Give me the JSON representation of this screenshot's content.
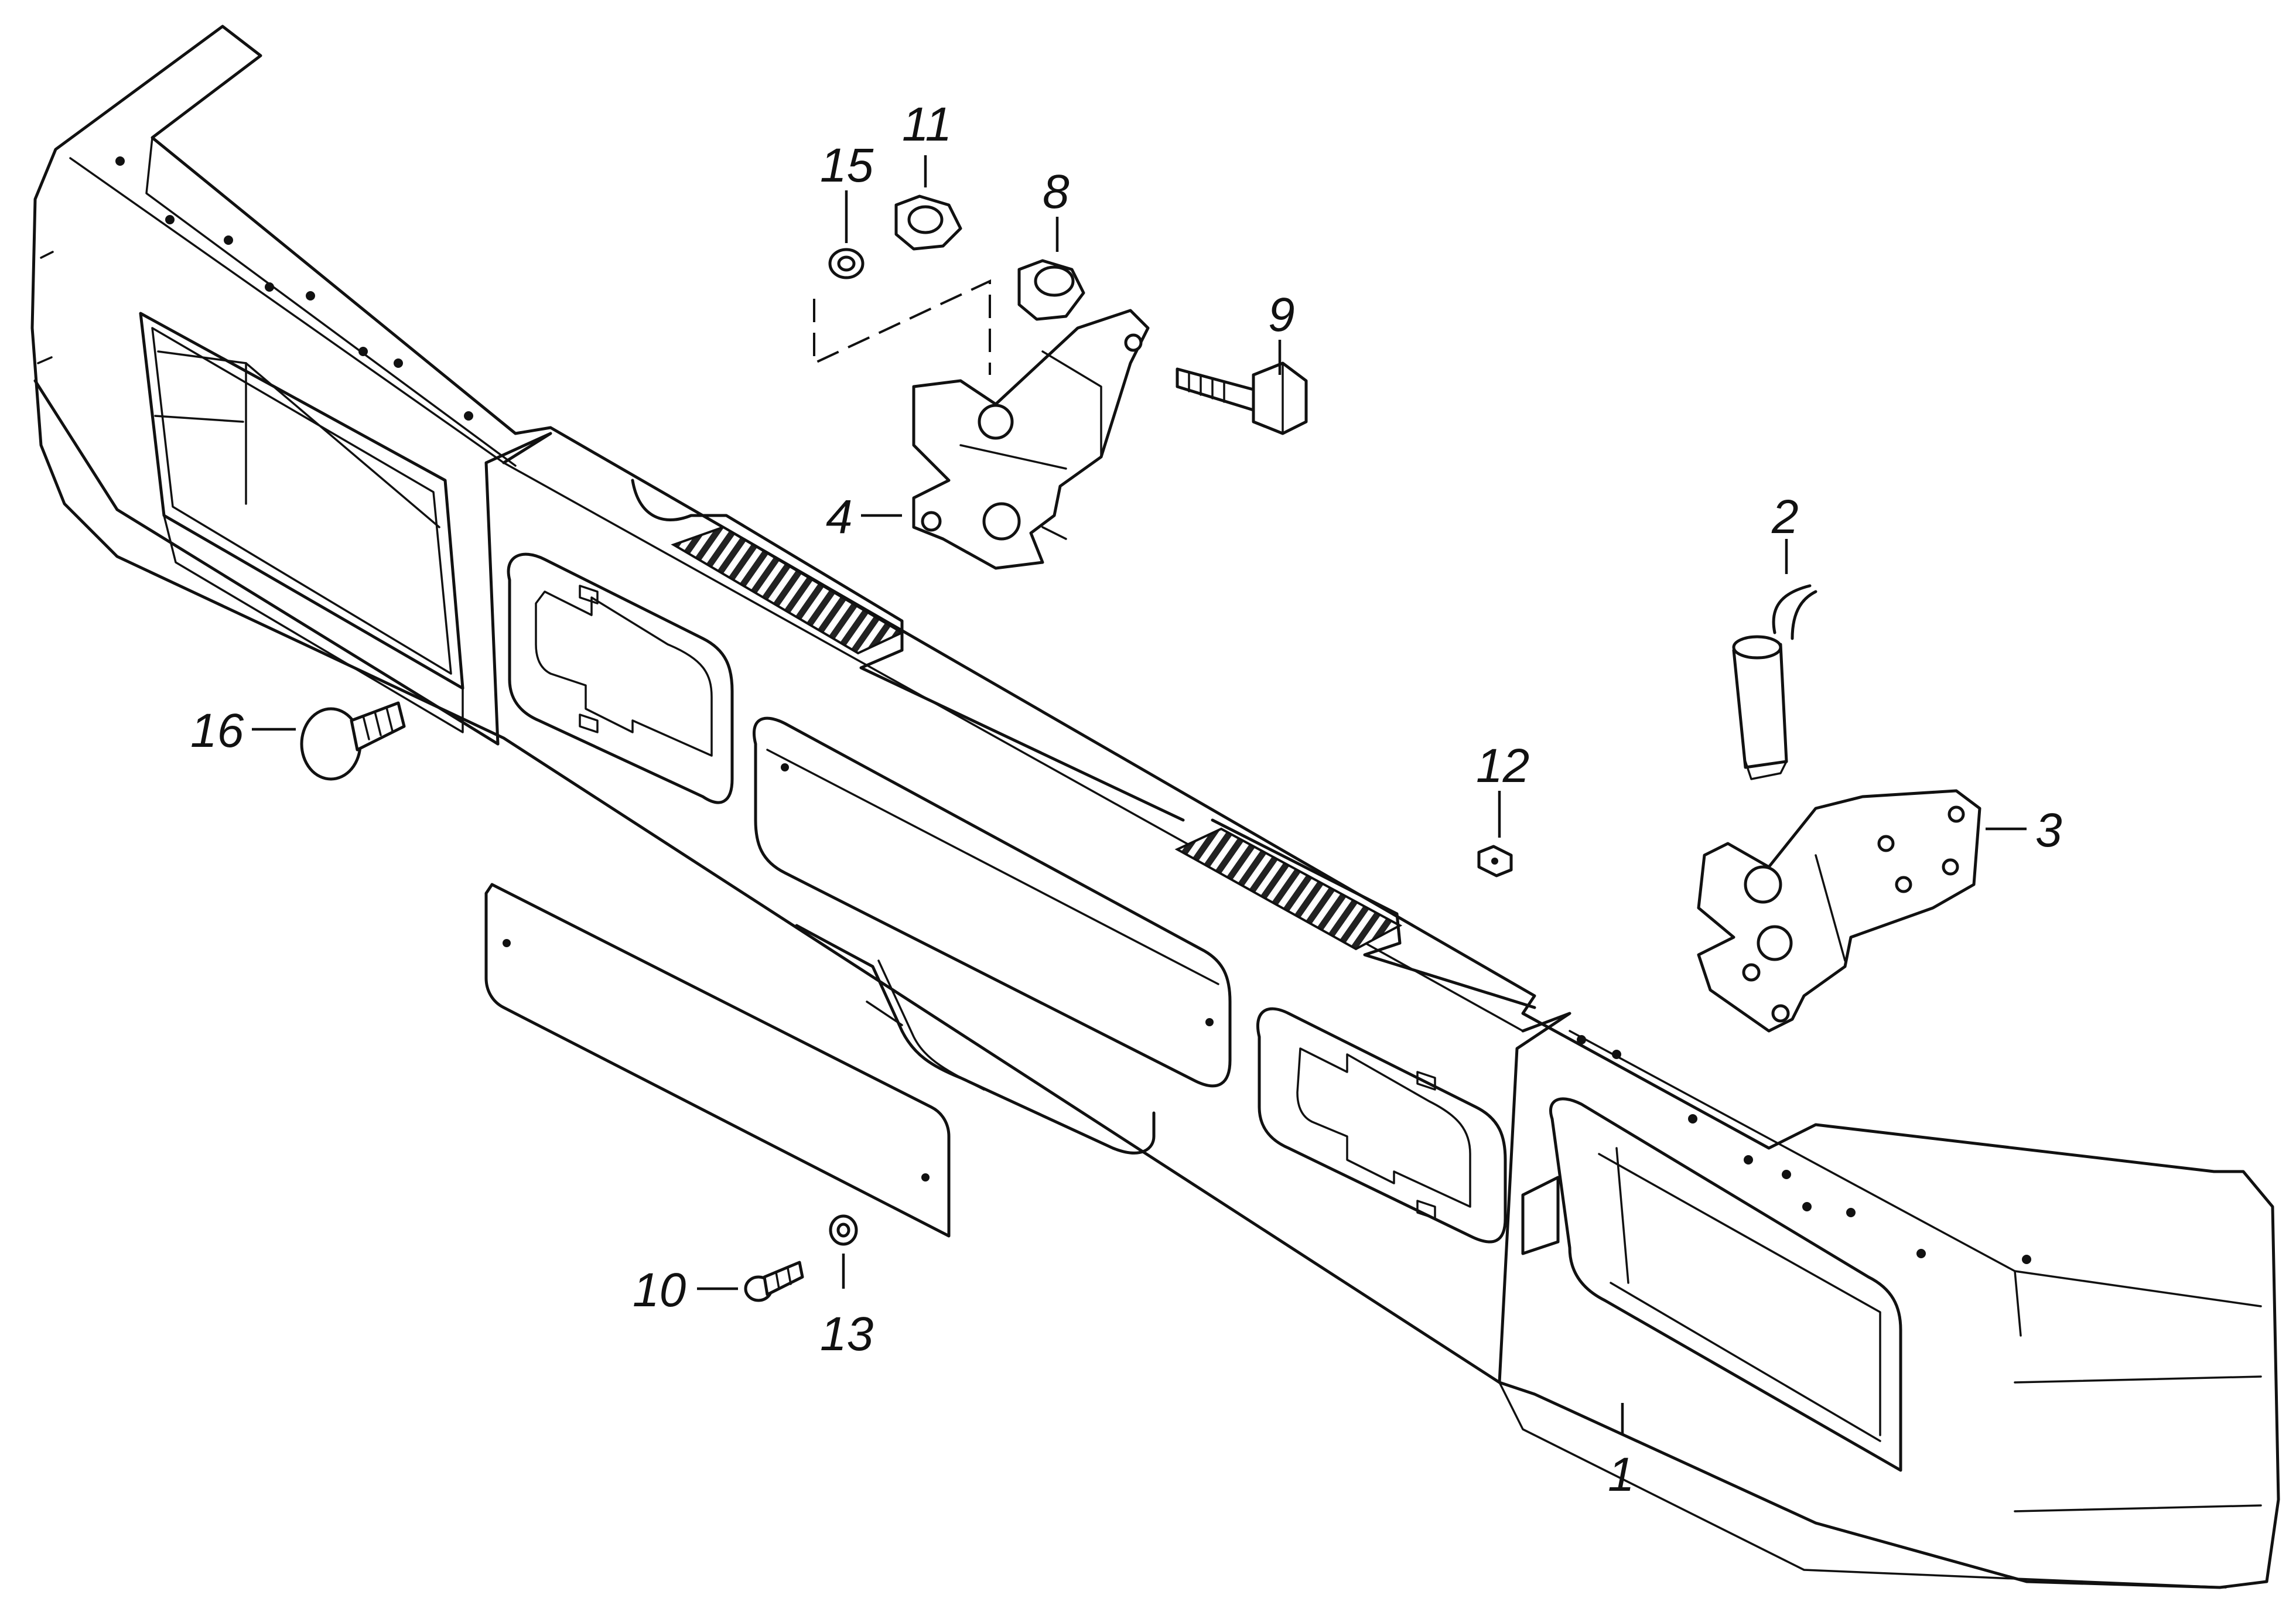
{
  "callouts": [
    {
      "id": "1",
      "label": "1"
    },
    {
      "id": "2",
      "label": "2"
    },
    {
      "id": "3",
      "label": "3"
    },
    {
      "id": "4",
      "label": "4"
    },
    {
      "id": "8",
      "label": "8"
    },
    {
      "id": "9",
      "label": "9"
    },
    {
      "id": "10",
      "label": "10"
    },
    {
      "id": "11",
      "label": "11"
    },
    {
      "id": "12",
      "label": "12"
    },
    {
      "id": "13",
      "label": "13"
    },
    {
      "id": "15",
      "label": "15"
    },
    {
      "id": "16",
      "label": "16"
    }
  ],
  "colors": {
    "line": "#111111",
    "background": "#ffffff"
  }
}
